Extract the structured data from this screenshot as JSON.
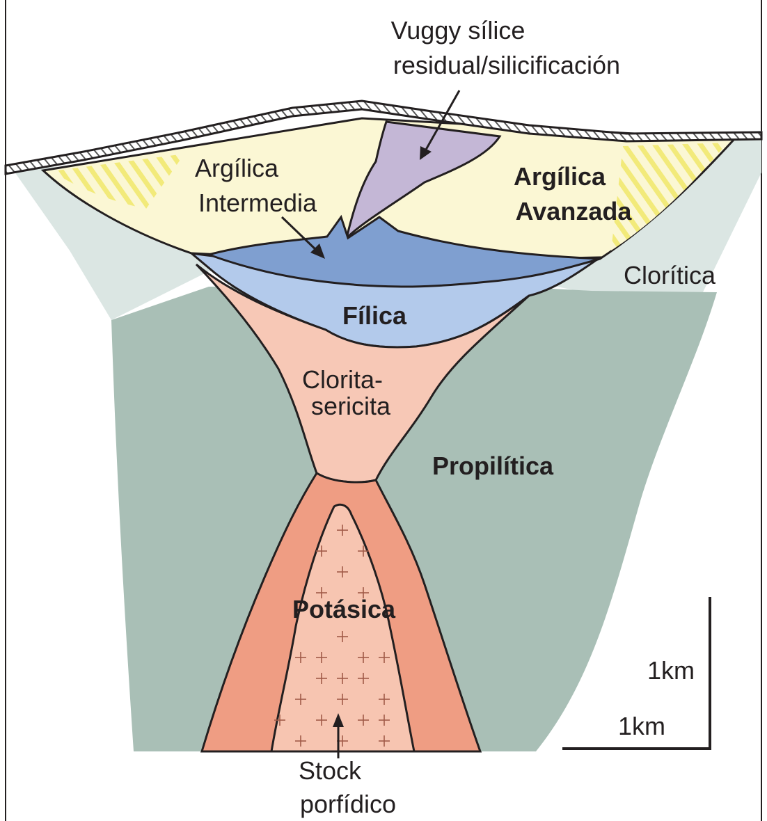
{
  "colors": {
    "argilica": "#fbf7d4",
    "hatch_yellow": "#f2ea7a",
    "vuggy": "#c4b7d6",
    "argilica_intermedia": "#7f9fd0",
    "filica": "#b3caeb",
    "clorita_sericita": "#f7c8b6",
    "potasica": "#ef9d83",
    "stock": "#f7c5b1",
    "propilitica": "#a9bfb6",
    "cloritica": "#dbe6e3",
    "outline": "#231f20"
  },
  "labels": {
    "vuggy_line1": "Vuggy sílice",
    "vuggy_line2": "residual/silicificación",
    "argilica_intermedia_line1": "Argílica",
    "argilica_intermedia_line2": "Intermedia",
    "argilica_avanzada_line1": "Argílica",
    "argilica_avanzada_line2": "Avanzada",
    "cloritica": "Clorítica",
    "filica": "Fílica",
    "clorita_sericita_line1": "Clorita-",
    "clorita_sericita_line2": "sericita",
    "propilitica": "Propilítica",
    "potasica": "Potásica",
    "stock_line1": "Stock",
    "stock_line2": "porfídico",
    "scale_vertical": "1km",
    "scale_horizontal": "1km"
  }
}
